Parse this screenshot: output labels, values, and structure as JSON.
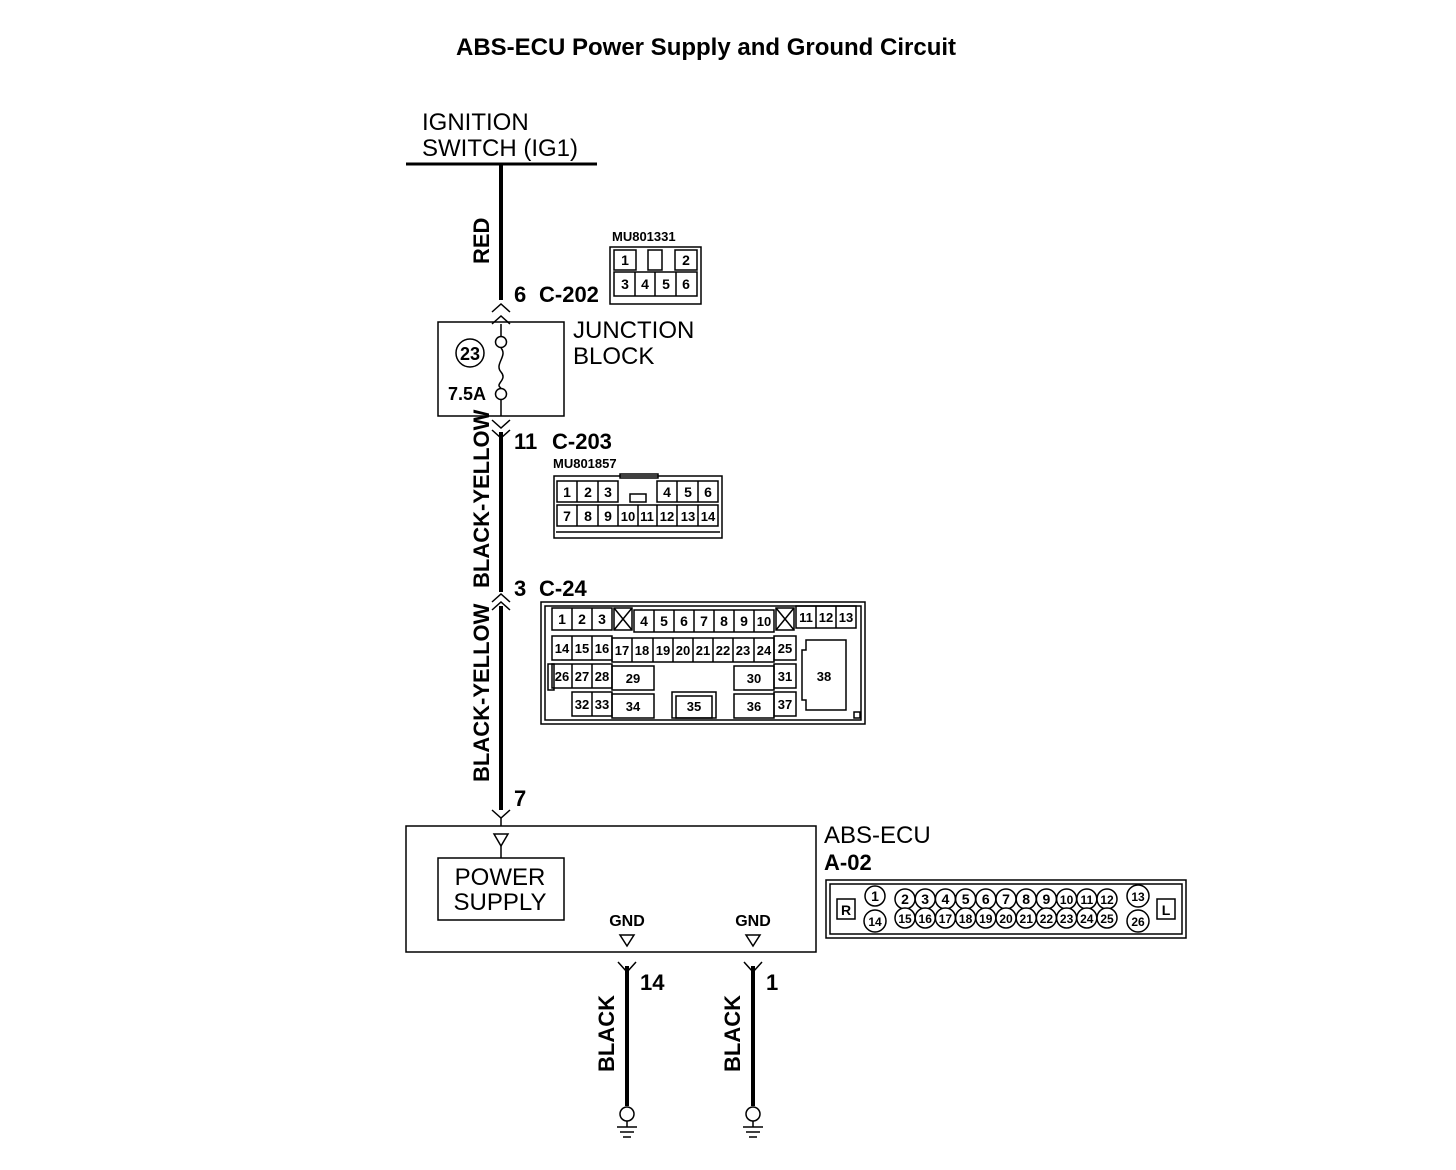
{
  "title": "ABS-ECU Power Supply and Ground Circuit",
  "ignition": {
    "line1": "IGNITION",
    "line2": "SWITCH (IG1)"
  },
  "wires": {
    "red": "RED",
    "by1": "BLACK-YELLOW",
    "by2": "BLACK-YELLOW",
    "blk1": "BLACK",
    "blk2": "BLACK"
  },
  "c202": {
    "pin": "6",
    "name": "C-202",
    "part": "MU801331",
    "top": [
      "1",
      "",
      "2"
    ],
    "bottom": [
      "3",
      "4",
      "5",
      "6"
    ]
  },
  "junction": {
    "line1": "JUNCTION",
    "line2": "BLOCK",
    "fuse_no": "23",
    "fuse_rating": "7.5A"
  },
  "c203": {
    "pin": "11",
    "name": "C-203",
    "part": "MU801857",
    "top": [
      "1",
      "2",
      "3",
      "4",
      "5",
      "6"
    ],
    "bottom": [
      "7",
      "8",
      "9",
      "10",
      "11",
      "12",
      "13",
      "14"
    ]
  },
  "c24": {
    "pin": "3",
    "name": "C-24",
    "row1a": [
      "1",
      "2",
      "3"
    ],
    "row1b": [
      "4",
      "5",
      "6",
      "7",
      "8",
      "9",
      "10"
    ],
    "row1c": [
      "11",
      "12",
      "13"
    ],
    "row2": [
      "14",
      "15",
      "16",
      "17",
      "18",
      "19",
      "20",
      "21",
      "22",
      "23",
      "24",
      "25"
    ],
    "row3": [
      "26",
      "27",
      "28",
      "29",
      "30",
      "31",
      "38"
    ],
    "row4": [
      "32",
      "33",
      "34",
      "35",
      "36",
      "37"
    ]
  },
  "ecu": {
    "pin_in": "7",
    "name": "ABS-ECU",
    "connector": "A-02",
    "ps_line1": "POWER",
    "ps_line2": "SUPPLY",
    "gnd1": "GND",
    "gnd2": "GND",
    "gnd1_pin": "14",
    "gnd2_pin": "1"
  },
  "a02": {
    "side_r": "R",
    "side_l": "L",
    "top_pins": [
      "1",
      "2",
      "3",
      "4",
      "5",
      "6",
      "7",
      "8",
      "9",
      "10",
      "11",
      "12",
      "13"
    ],
    "bottom_pins": [
      "14",
      "15",
      "16",
      "17",
      "18",
      "19",
      "20",
      "21",
      "22",
      "23",
      "24",
      "25",
      "26"
    ]
  }
}
